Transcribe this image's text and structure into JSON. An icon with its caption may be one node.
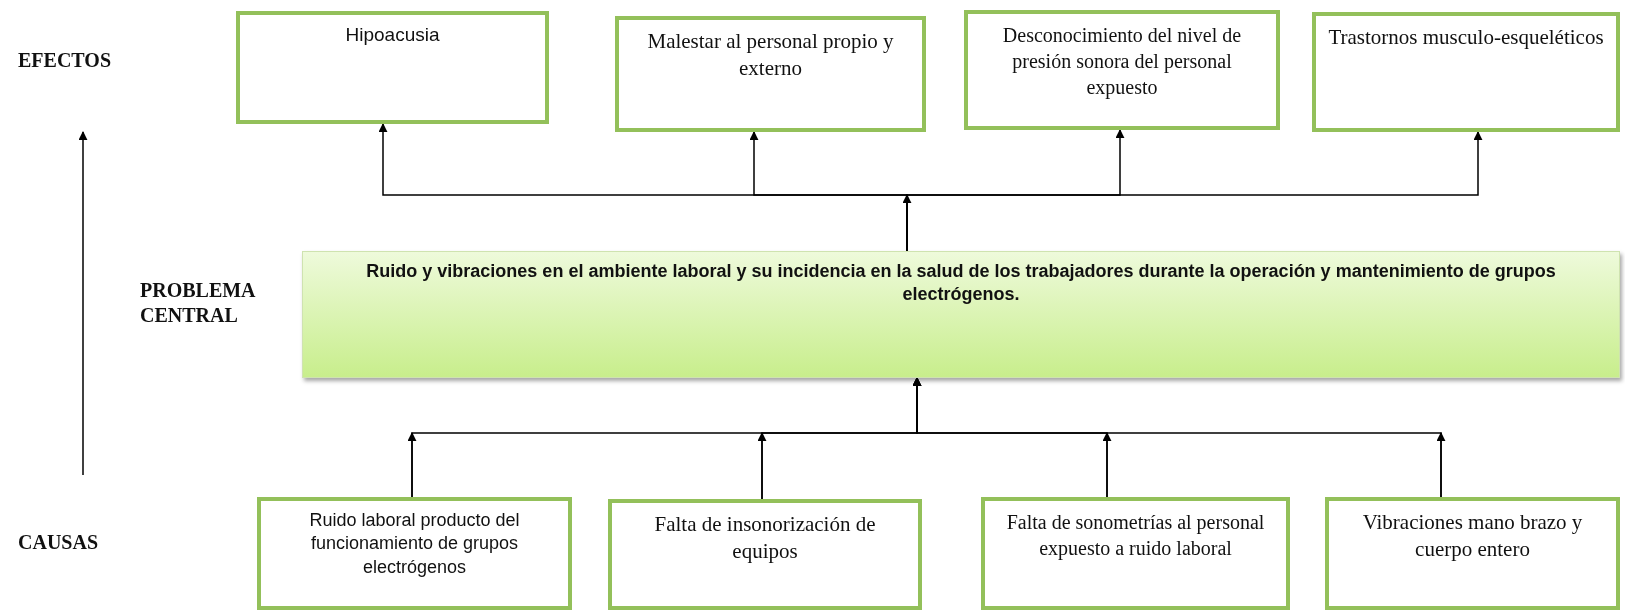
{
  "diagram": {
    "nodes": [
      {
        "text": [
          "Hipoacusia"
        ]
      },
      {
        "text": [
          "Malestar al personal propio y externo"
        ]
      },
      {
        "text": [
          "Desconocimiento del nivel de presión sonora del personal expuesto"
        ]
      },
      {
        "text": [
          "Trastornos musculo-esqueléticos"
        ]
      },
      {
        "text": [
          "Ruido y vibraciones en el ambiente laboral y su incidencia en la salud de los trabajadores durante la operación y mantenimiento de grupos electrógenos."
        ]
      },
      {
        "text": [
          "Ruido laboral producto del funcionamiento de grupos electrógenos"
        ]
      },
      {
        "text": [
          "Falta de insonorización de equipos"
        ]
      },
      {
        "text": [
          "Falta de sonometrías al personal expuesto a ruido laboral"
        ]
      },
      {
        "text": [
          "Vibraciones mano brazo y cuerpo entero"
        ]
      }
    ],
    "edges": [
      {
        "from": 4,
        "to": 0,
        "arrow": "to"
      },
      {
        "from": 4,
        "to": 1,
        "arrow": "to"
      },
      {
        "from": 4,
        "to": 2,
        "arrow": "to"
      },
      {
        "from": 4,
        "to": 3,
        "arrow": "to"
      },
      {
        "from": 5,
        "to": 4,
        "arrow": "to"
      },
      {
        "from": 6,
        "to": 4,
        "arrow": "to"
      },
      {
        "from": 7,
        "to": 4,
        "arrow": "to"
      },
      {
        "from": 8,
        "to": 4,
        "arrow": "to"
      }
    ],
    "labels": [
      "EFECTOS",
      "PROBLEMA CENTRAL",
      "CAUSAS"
    ]
  }
}
